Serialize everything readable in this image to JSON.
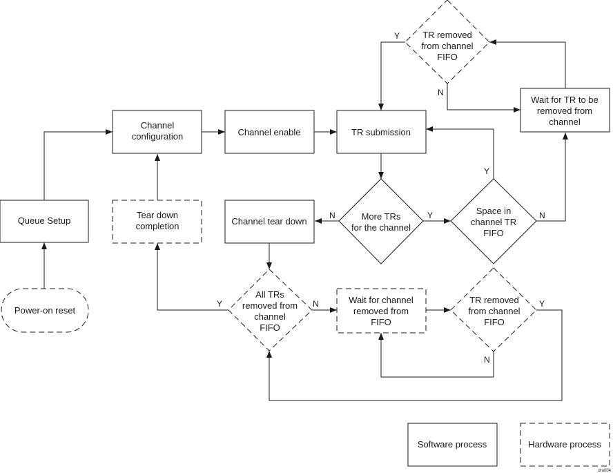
{
  "nodes": {
    "queue_setup": "Queue Setup",
    "power_on_reset": "Power-on reset",
    "channel_configuration": [
      "Channel",
      "configuration"
    ],
    "tear_down_completion": [
      "Tear down",
      "completion"
    ],
    "channel_enable": "Channel enable",
    "tr_submission": "TR submission",
    "channel_tear_down": "Channel tear down",
    "more_trs": [
      "More TRs",
      "for the channel"
    ],
    "space_in_fifo": [
      "Space in",
      "channel TR",
      "FIFO"
    ],
    "tr_removed_top": [
      "TR removed",
      "from channel",
      "FIFO"
    ],
    "wait_tr_removed": [
      "Wait for TR to be",
      "removed from",
      "channel"
    ],
    "all_trs_removed": [
      "All TRs",
      "removed from",
      "channel",
      "FIFO"
    ],
    "wait_channel_removed": [
      "Wait for channel",
      "removed from",
      "FIFO"
    ],
    "tr_removed_bottom": [
      "TR removed",
      "from channel",
      "FIFO"
    ]
  },
  "legend": {
    "software": "Software process",
    "hardware": "Hardware process"
  },
  "branch": {
    "yes": "Y",
    "no": "N"
  },
  "figure_id": "dru004"
}
